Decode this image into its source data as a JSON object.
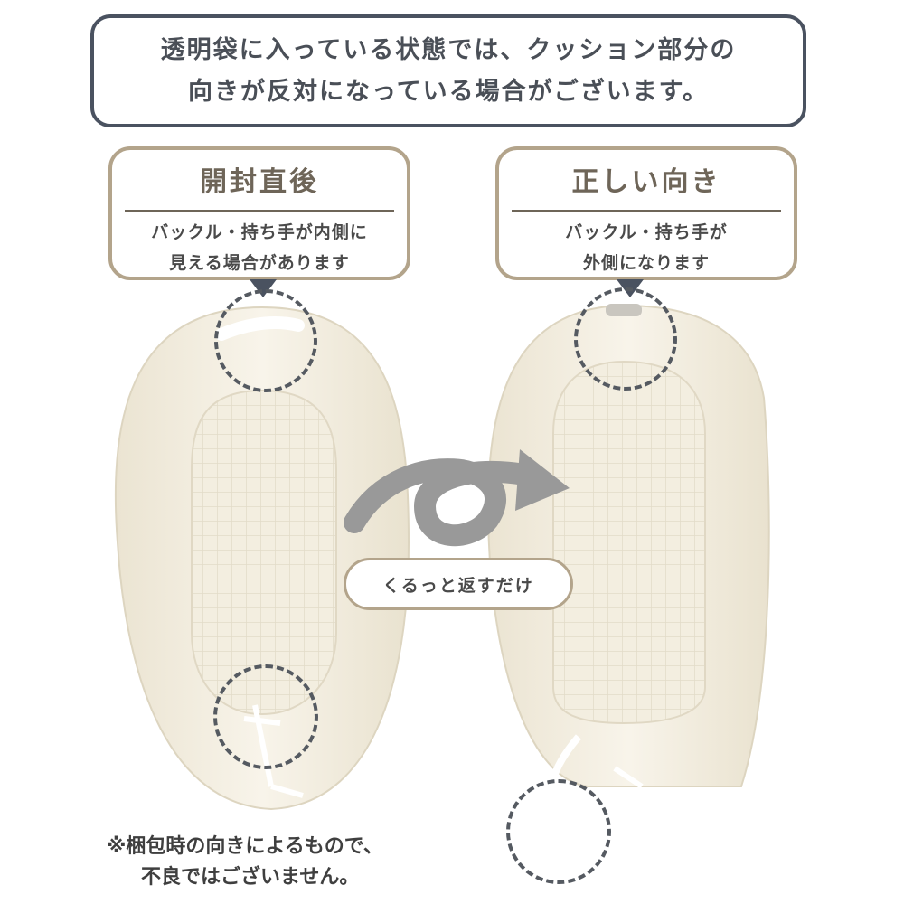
{
  "notice": {
    "line1": "透明袋に入っている状態では、クッション部分の",
    "line2": "向きが反対になっている場合がございます。"
  },
  "left_card": {
    "title": "開封直後",
    "desc_line1": "バックル・持ち手が内側に",
    "desc_line2": "見える場合があります"
  },
  "right_card": {
    "title": "正しい向き",
    "desc_line1": "バックル・持ち手が",
    "desc_line2": "外側になります"
  },
  "flip_label": "くるっと返すだけ",
  "footnote": {
    "line1": "※梱包時の向きによるもので、",
    "line2": "不良ではございません。"
  },
  "colors": {
    "dark_slate": "#4a5260",
    "beige_border": "#b3a48b",
    "cushion": "#f6f1e4",
    "arrow": "#999999"
  }
}
